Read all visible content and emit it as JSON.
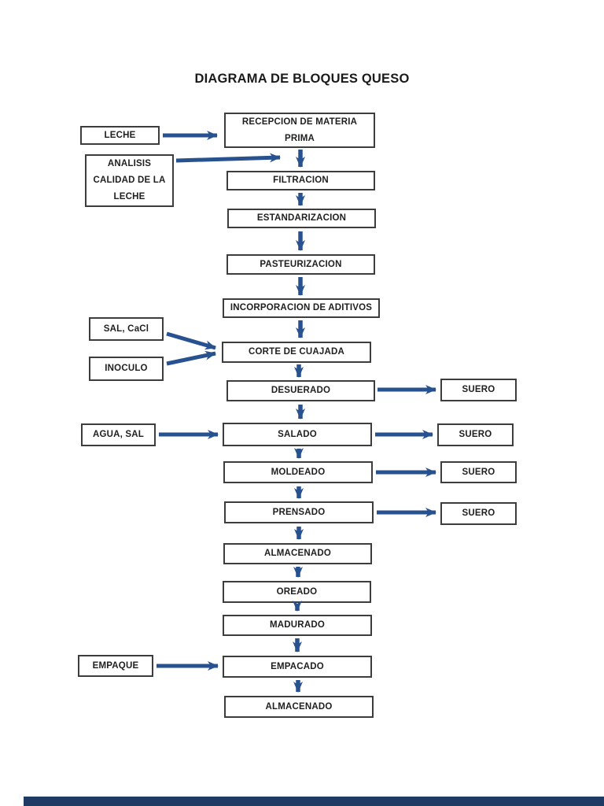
{
  "title": "DIAGRAMA DE BLOQUES QUESO",
  "nodes": {
    "recepcion": "RECEPCION DE MATERIA PRIMA",
    "filtracion": "FILTRACION",
    "estandarizacion": "ESTANDARIZACION",
    "pasteurizacion": "PASTEURIZACION",
    "incorporacion": "INCORPORACION DE ADITIVOS",
    "corte": "CORTE DE CUAJADA",
    "desuerado": "DESUERADO",
    "salado": "SALADO",
    "moldeado": "MOLDEADO",
    "prensado": "PRENSADO",
    "almacenado1": "ALMACENADO",
    "oreado": "OREADO",
    "madurado": "MADURADO",
    "empacado": "EMPACADO",
    "almacenado2": "ALMACENADO"
  },
  "inputs": {
    "leche": "LECHE",
    "analisis": "ANALISIS CALIDAD DE LA LECHE",
    "sal_cacl": "SAL, CaCl",
    "inoculo": "INOCULO",
    "agua_sal": "AGUA, SAL",
    "empaque": "EMPAQUE"
  },
  "outputs": {
    "suero": "SUERO"
  },
  "colors": {
    "arrow": "#27518f",
    "box_border": "#3d3d3d",
    "text": "#1f1f1f",
    "footer_bar": "#1f3b63"
  }
}
